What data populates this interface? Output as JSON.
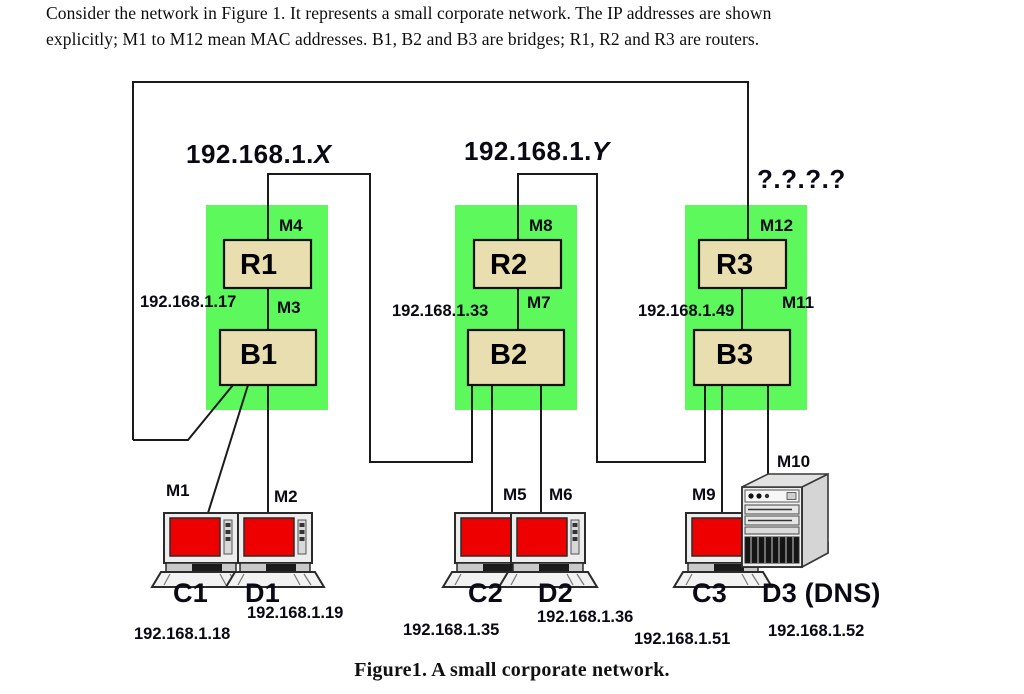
{
  "statement": {
    "line1": "Consider the network in Figure 1. It represents a small corporate network. The IP addresses are shown",
    "line2": "explicitly; M1 to M12 mean MAC addresses. B1, B2 and B3 are bridges; R1, R2 and R3 are routers."
  },
  "caption": "Figure1. A small corporate network.",
  "colors": {
    "subnet_zone": "#5CF85C",
    "device_box": "#E8DEB0",
    "wire": "#1a1a1a",
    "monitor_screen": "#EE0000",
    "server_body": "#E8E8E8"
  },
  "subnets": [
    {
      "id": "subnet-1",
      "title_prefix": "192.168.1.",
      "title_suffix": "X",
      "router": {
        "name": "R1",
        "uplink_mac": "M4",
        "downlink_mac": "M3",
        "ip": "192.168.1.17"
      },
      "bridge": {
        "name": "B1"
      },
      "hosts": [
        {
          "name": "C1",
          "mac": "M1",
          "ip": "192.168.1.18",
          "type": "desktop"
        },
        {
          "name": "D1",
          "mac": "M2",
          "ip": "192.168.1.19",
          "type": "desktop"
        }
      ]
    },
    {
      "id": "subnet-2",
      "title_prefix": "192.168.1.",
      "title_suffix": "Y",
      "router": {
        "name": "R2",
        "uplink_mac": "M8",
        "downlink_mac": "M7",
        "ip": "192.168.1.33"
      },
      "bridge": {
        "name": "B2"
      },
      "hosts": [
        {
          "name": "C2",
          "mac": "M5",
          "ip": "192.168.1.35",
          "type": "desktop"
        },
        {
          "name": "D2",
          "mac": "M6",
          "ip": "192.168.1.36",
          "type": "desktop"
        }
      ]
    },
    {
      "id": "subnet-3",
      "title_prefix": "",
      "title_suffix": "?.?.?.?",
      "router": {
        "name": "R3",
        "uplink_mac": "M12",
        "downlink_mac": "M11",
        "ip": "192.168.1.49"
      },
      "bridge": {
        "name": "B3"
      },
      "hosts": [
        {
          "name": "C3",
          "mac": "M9",
          "ip": "192.168.1.51",
          "type": "desktop"
        },
        {
          "name": "D3 (DNS)",
          "mac": "M10",
          "ip": "192.168.1.52",
          "type": "server"
        }
      ]
    }
  ]
}
